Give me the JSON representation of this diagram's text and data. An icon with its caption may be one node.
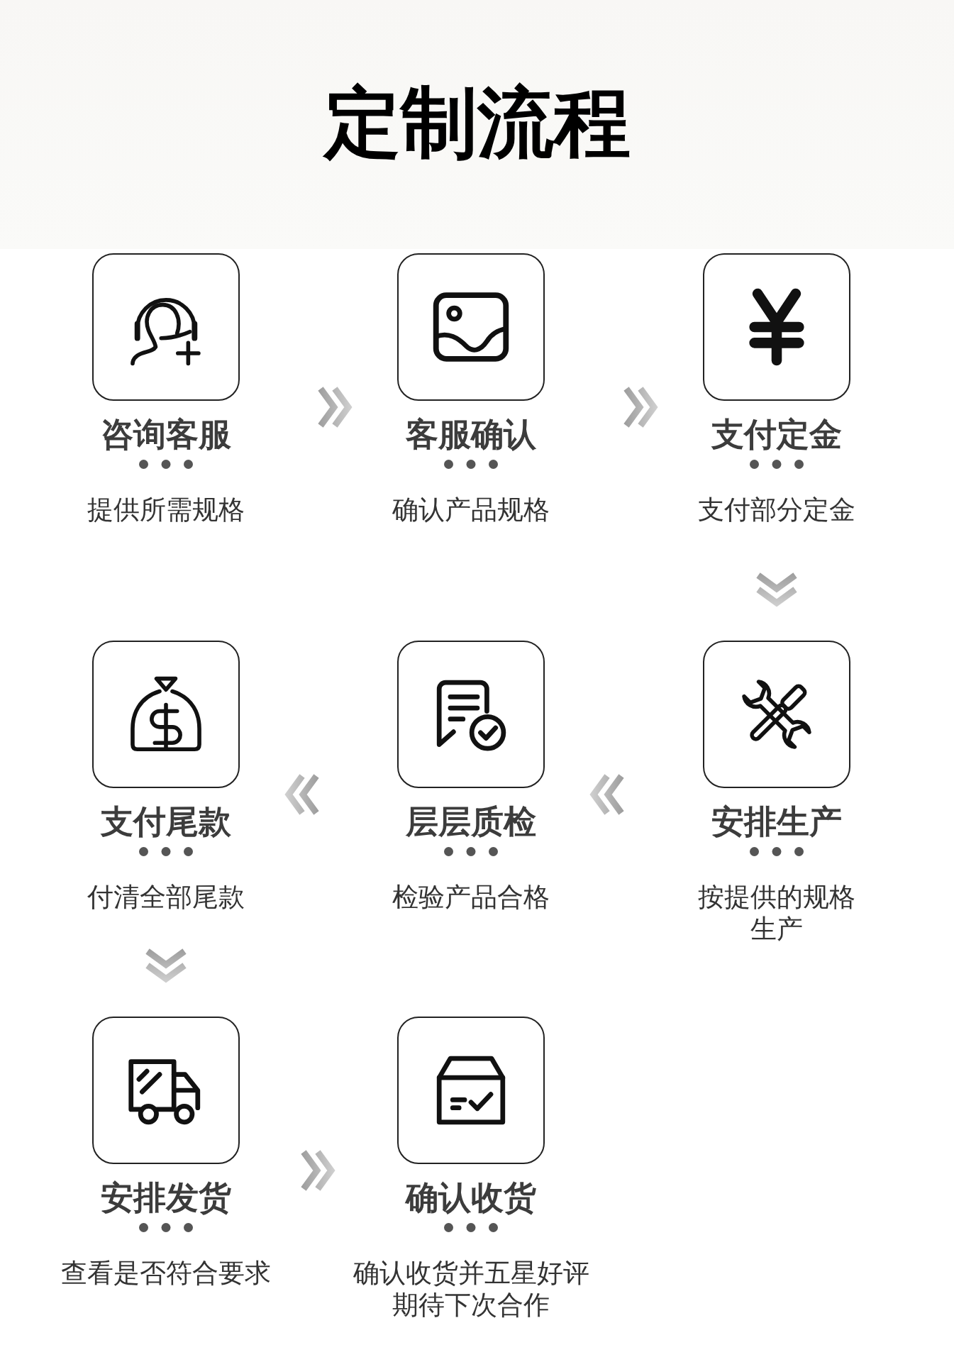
{
  "diagram": {
    "title": "定制流程",
    "nodes": [
      {
        "text": [
          "咨询客服",
          "提供所需规格"
        ]
      },
      {
        "text": [
          "客服确认",
          "确认产品规格"
        ]
      },
      {
        "text": [
          "支付定金",
          "支付部分定金"
        ]
      },
      {
        "text": [
          "支付尾款",
          "付清全部尾款"
        ]
      },
      {
        "text": [
          "层层质检",
          "检验产品合格"
        ]
      },
      {
        "text": [
          "安排生产",
          "按提供的规格生产"
        ]
      },
      {
        "text": [
          "安排发货",
          "查看是否符合要求"
        ]
      },
      {
        "text": [
          "确认收货",
          "确认收货并五星好评期待下次合作"
        ]
      }
    ],
    "edges": [
      {
        "from": 0,
        "to": 1,
        "arrow": "to"
      },
      {
        "from": 1,
        "to": 2,
        "arrow": "to"
      },
      {
        "from": 2,
        "to": 5,
        "arrow": "to"
      },
      {
        "from": 5,
        "to": 4,
        "arrow": "to"
      },
      {
        "from": 4,
        "to": 3,
        "arrow": "to"
      },
      {
        "from": 3,
        "to": 6,
        "arrow": "to"
      },
      {
        "from": 6,
        "to": 7,
        "arrow": "to"
      }
    ]
  }
}
